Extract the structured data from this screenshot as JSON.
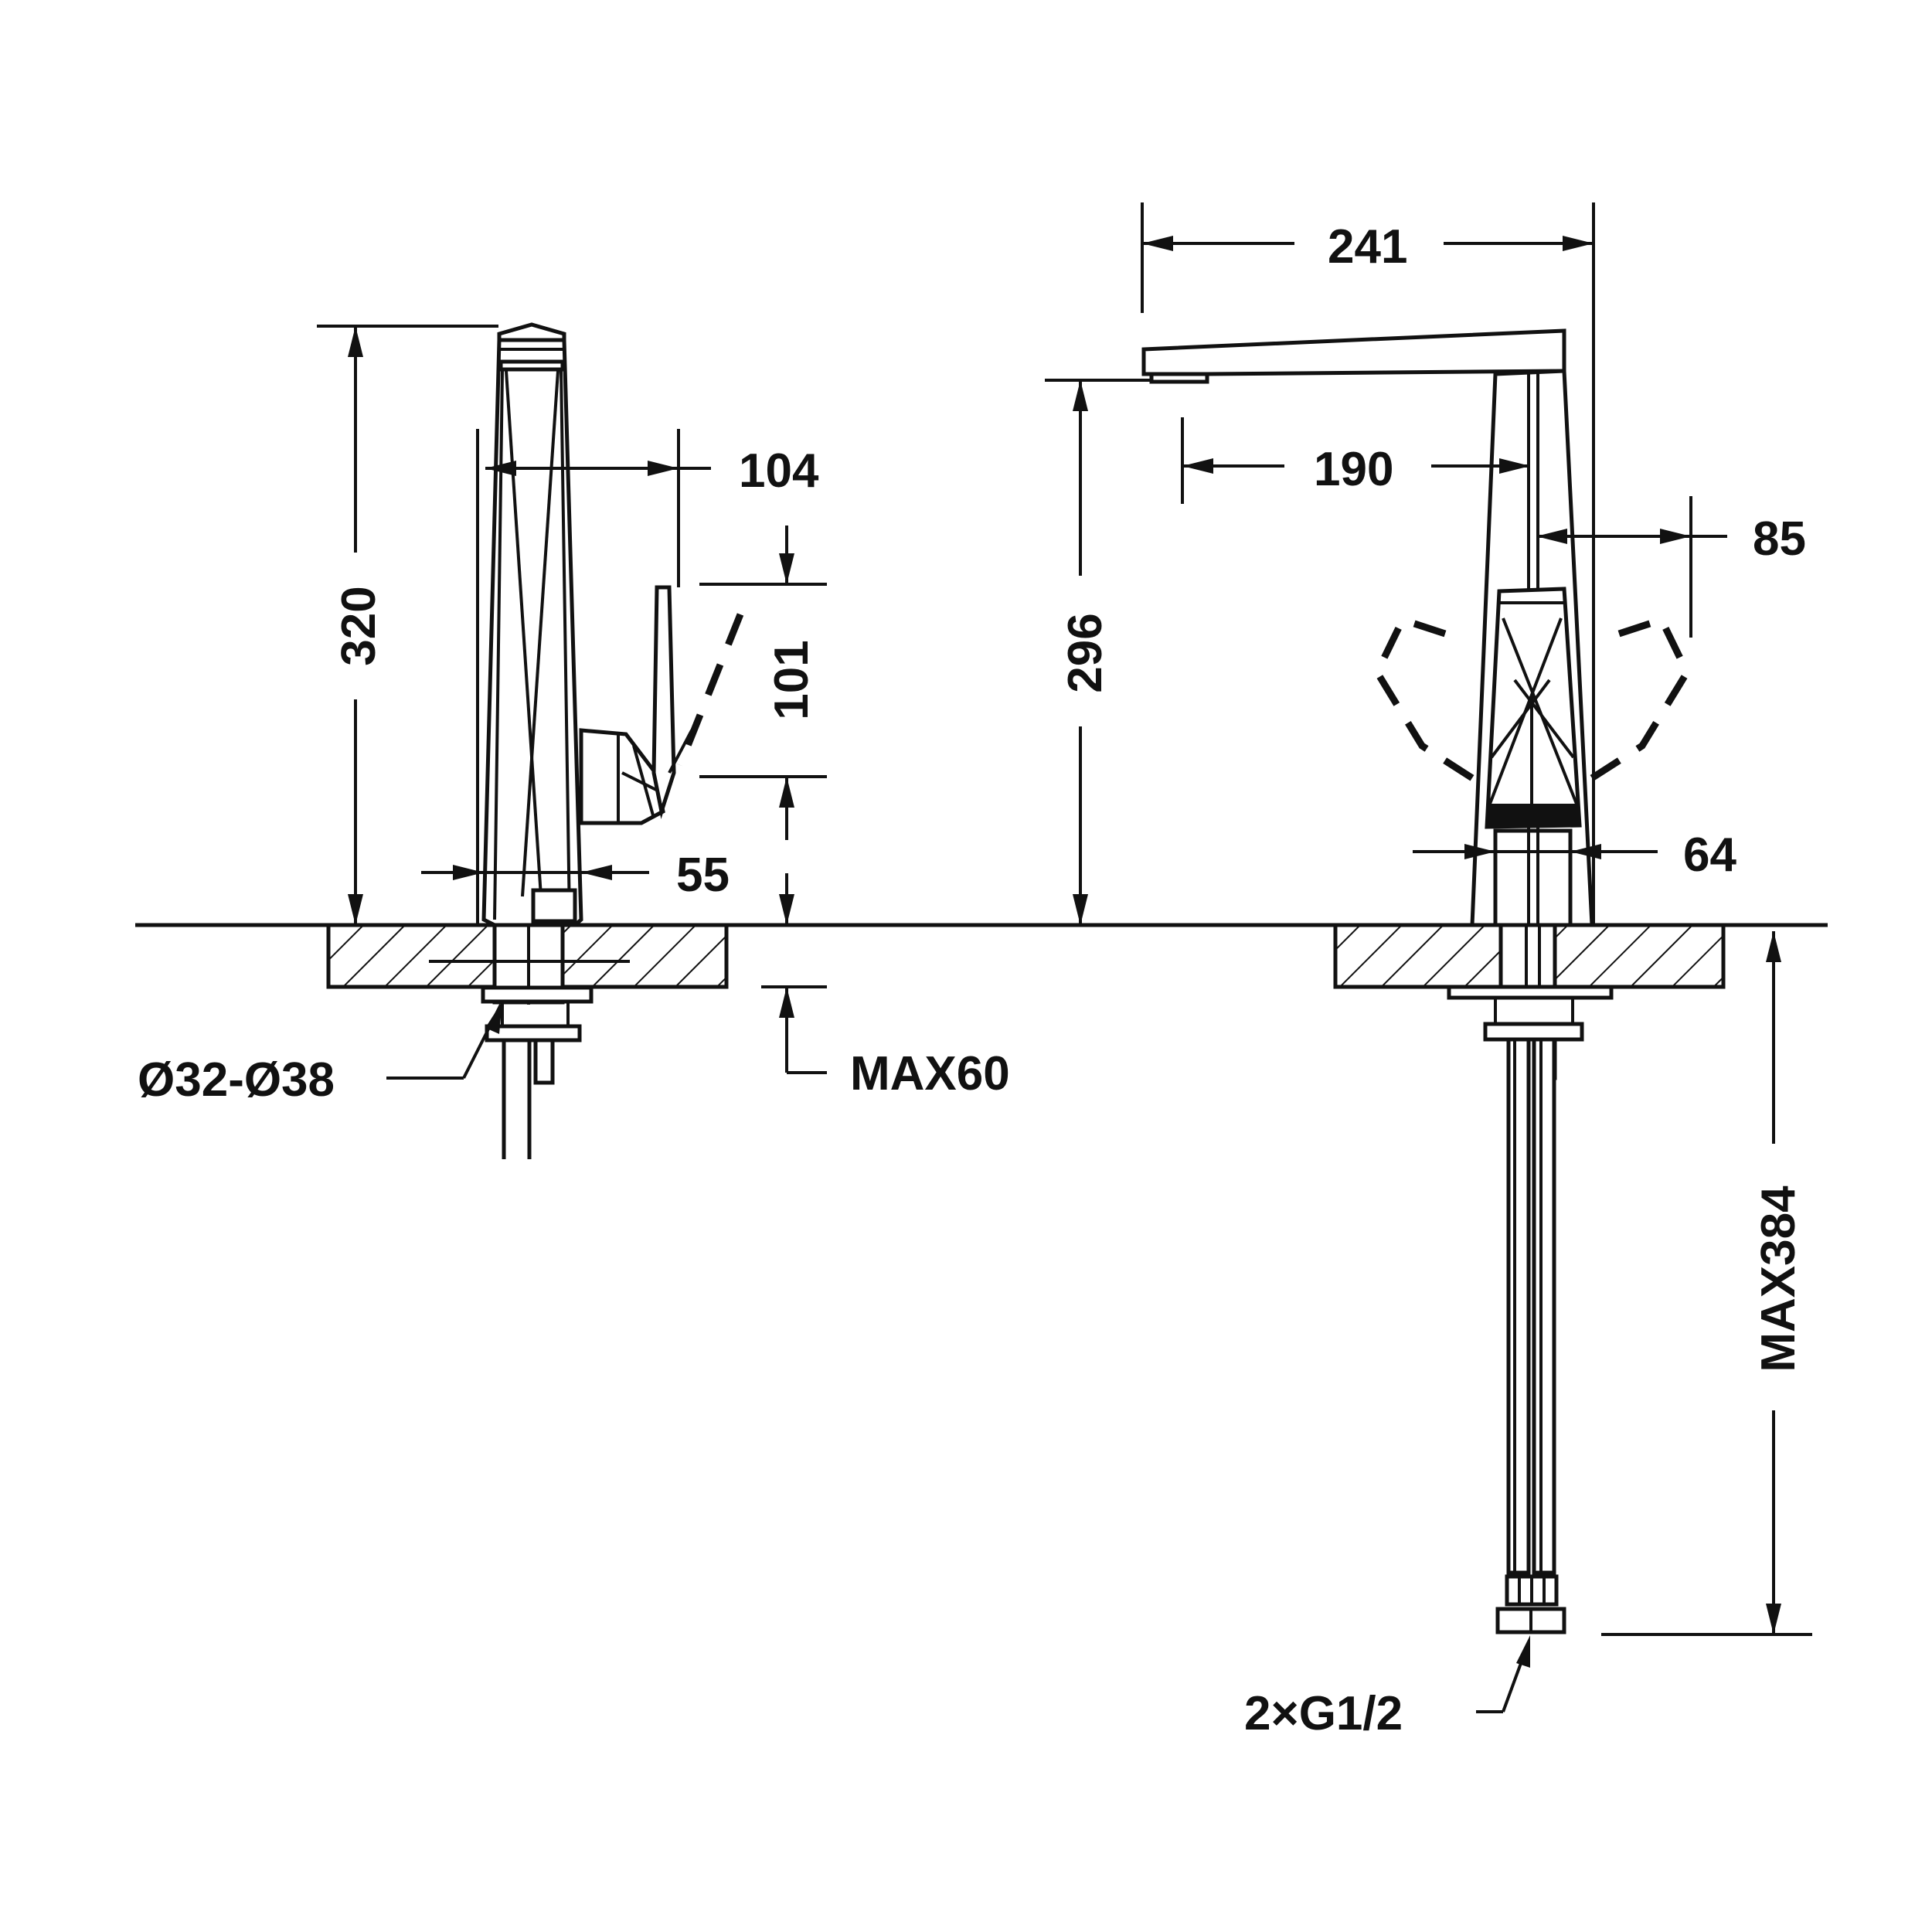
{
  "colors": {
    "ink": "#111111",
    "paper": "#ffffff"
  },
  "dimensions": {
    "total_height": "320",
    "lever_reach": "104",
    "lever_swing": "101",
    "base_width_side": "55",
    "mounting_hole": "Ø32-Ø38",
    "deck_thickness": "MAX60",
    "spout_reach_total": "241",
    "spout_height": "296",
    "spout_reach": "190",
    "lever_offset": "85",
    "base_width_front": "64",
    "hose_length": "MAX384",
    "connections": "2×G1/2"
  }
}
